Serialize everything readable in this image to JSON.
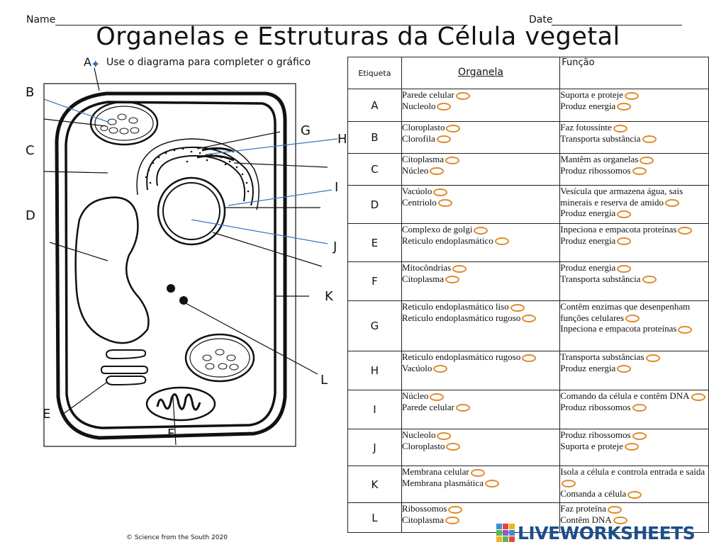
{
  "header": {
    "name_label": "Name",
    "date_label": "Date",
    "title": "Organelas e Estruturas da Célula vegetal",
    "instruction": "Use o diagrama para completer o gráfico",
    "instruction_letter": "A"
  },
  "diagram_labels": [
    "B",
    "C",
    "D",
    "E",
    "F",
    "G",
    "H",
    "I",
    "J",
    "K",
    "L"
  ],
  "table": {
    "headers": {
      "label": "Etiqueta",
      "organelle": "Organela",
      "function": "Função"
    },
    "rows": [
      {
        "label": "A",
        "organelle": [
          "Parede celular",
          "Nucleolo"
        ],
        "function": [
          "Suporta e proteje",
          "Produz energia"
        ]
      },
      {
        "label": "B",
        "organelle": [
          "Cloroplasto",
          "Clorofila"
        ],
        "function": [
          "Faz fotossínte",
          "Transporta substância"
        ]
      },
      {
        "label": "C",
        "organelle": [
          "Citoplasma",
          "Núcleo"
        ],
        "function": [
          "Mantêm as organelas",
          "Produz ribossomos"
        ]
      },
      {
        "label": "D",
        "organelle": [
          "Vacúolo",
          "Centriolo"
        ],
        "function": [
          "Vesícula que armazena água, sais minerais e reserva de amido",
          "Produz energia"
        ]
      },
      {
        "label": "E",
        "organelle": [
          "Complexo de golgi",
          "Reticulo endoplasmático"
        ],
        "function": [
          "Inpeciona e empacota proteínas",
          "Produz energia"
        ]
      },
      {
        "label": "F",
        "organelle": [
          "Mitocôndrias",
          "Citoplasma"
        ],
        "function": [
          "Produz energia",
          "Transporta substância"
        ]
      },
      {
        "label": "G",
        "organelle": [
          "Reticulo endoplasmático liso",
          "Reticulo endoplasmático rugoso"
        ],
        "function": [
          "Contêm enzimas que desenpenham funções celulares",
          "Inpeciona e empacota proteínas"
        ]
      },
      {
        "label": "H",
        "organelle": [
          "Reticulo endoplasmático rugoso",
          "Vacúolo"
        ],
        "function": [
          "Transporta substâncias",
          "Produz energia"
        ]
      },
      {
        "label": "I",
        "organelle": [
          "Núcleo",
          "Parede celular"
        ],
        "function": [
          "Comando da célula e contêm DNA",
          "Produz ribossomos"
        ]
      },
      {
        "label": "J",
        "organelle": [
          "Nucleolo",
          "Cloroplasto"
        ],
        "function": [
          "Produz ribossomos",
          "Suporta e proteje"
        ]
      },
      {
        "label": "K",
        "organelle": [
          "Membrana celular",
          "Membrana plasmática"
        ],
        "function": [
          "Isola a célula e controla entrada e saída",
          "Comanda a célula"
        ]
      },
      {
        "label": "L",
        "organelle": [
          "Ribossomos",
          "Citoplasma"
        ],
        "function": [
          "Faz proteína",
          "Contêm DNA"
        ]
      }
    ]
  },
  "footer": {
    "copyright": "© Science from the South 2020",
    "logo_text": "LIVEWORKSHEETS"
  },
  "colors": {
    "option_oval": "#e08a2b",
    "pointer_line": "#3a78c2",
    "logo": "#1c4e8a"
  }
}
